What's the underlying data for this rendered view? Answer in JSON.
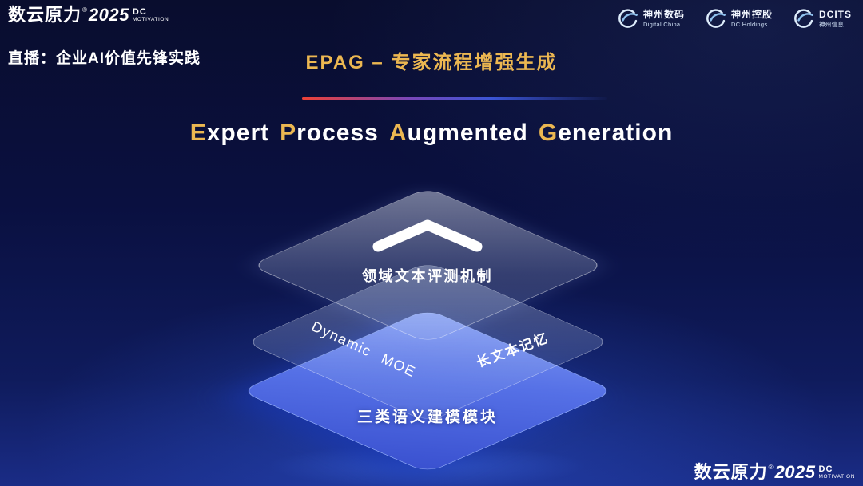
{
  "colors": {
    "gold": "#ecb751",
    "white": "#ffffff",
    "accent_red": "#ee4136",
    "accent_blue": "#3b55d6",
    "layer_blue_light": "#7d96f2",
    "layer_blue_dark": "#3950cf"
  },
  "header": {
    "brand": {
      "name": "数云原力",
      "reg": "®",
      "year": "2025",
      "tag_line1": "DC",
      "tag_line2": "MOTIVATION"
    },
    "live_label": "直播：企业AI价值先锋实践",
    "section_title": "EPAG – 专家流程增强生成",
    "partner_logos": [
      {
        "name": "神州数码",
        "sub": "Digital China"
      },
      {
        "name": "神州控股",
        "sub": "DC Holdings"
      },
      {
        "name": "DCITS",
        "sub": "神州信息"
      }
    ]
  },
  "main_title": {
    "word1_initial": "E",
    "word1_rest": "xpert",
    "word2_initial": "P",
    "word2_rest": "rocess",
    "word3_initial": "A",
    "word3_rest": "ugmented",
    "word4_initial": "G",
    "word4_rest": "eneration"
  },
  "diagram": {
    "top_layer_label": "领域文本评测机制",
    "middle_layer_label_left": "Dynamic MOE",
    "middle_layer_label_right": "长文本记忆",
    "bottom_layer_label": "三类语义建模模块"
  },
  "footer": {
    "brand": {
      "name": "数云原力",
      "reg": "®",
      "year": "2025",
      "tag_line1": "DC",
      "tag_line2": "MOTIVATION"
    }
  }
}
